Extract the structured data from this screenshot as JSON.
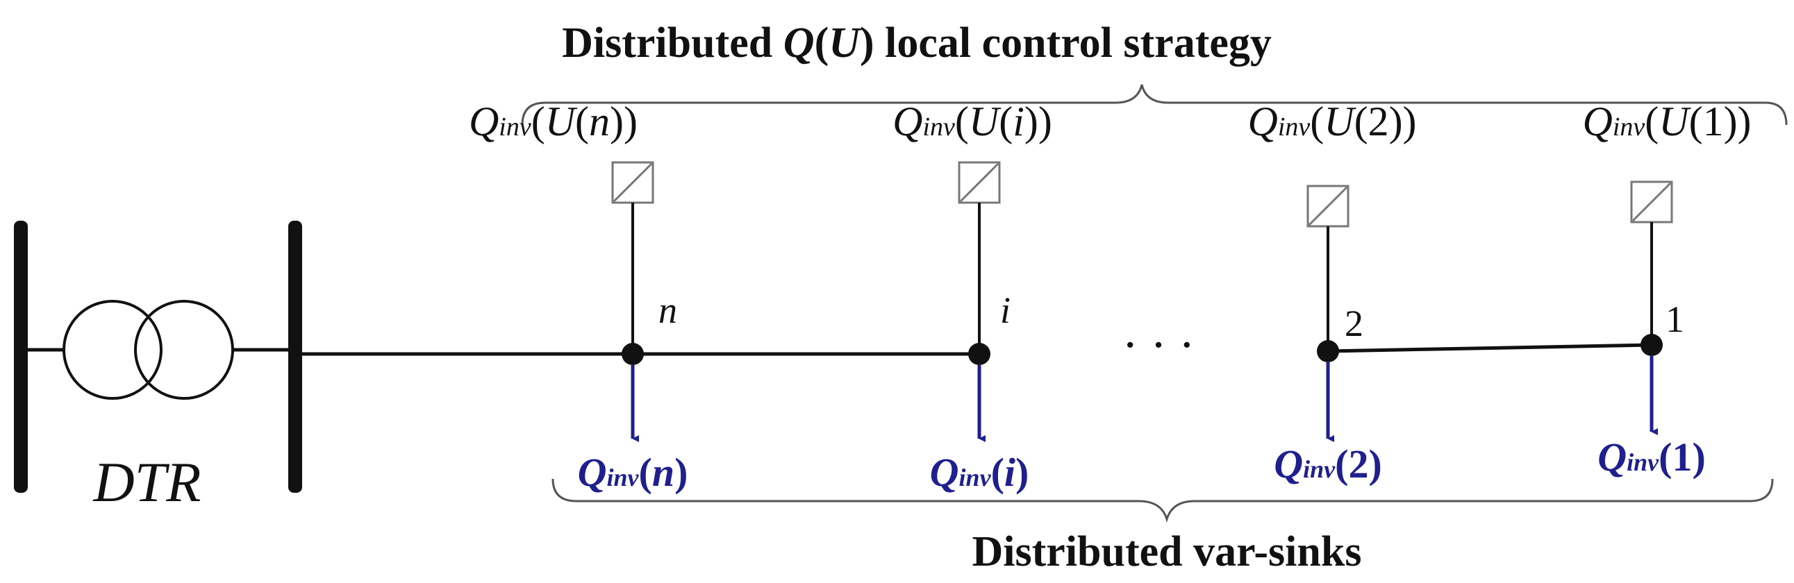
{
  "title": {
    "prefix": "Distributed ",
    "q": "Q",
    "paren_open": "(",
    "u": "U",
    "paren_close": ")",
    "suffix": " local control strategy"
  },
  "subtitle": "Distributed var-sinks",
  "transformer": {
    "label": "DTR"
  },
  "ellipsis": "· · ·",
  "colors": {
    "line": "#111111",
    "sink": "#1f1f8f",
    "box": "#777777"
  },
  "inverters": [
    {
      "node": "n",
      "node_italic": true,
      "top_q": "Q",
      "top_sub": "inv",
      "top_open": "(",
      "top_u": "U",
      "top_arg_open": "(",
      "top_arg": "n",
      "top_arg_close": "))",
      "sink_q": "Q",
      "sink_sub": "inv",
      "sink_open": "(",
      "sink_arg": "n",
      "sink_close": ")"
    },
    {
      "node": "i",
      "node_italic": true,
      "top_q": "Q",
      "top_sub": "inv",
      "top_open": "(",
      "top_u": "U",
      "top_arg_open": "(",
      "top_arg": "i",
      "top_arg_close": "))",
      "sink_q": "Q",
      "sink_sub": "inv",
      "sink_open": "(",
      "sink_arg": "i",
      "sink_close": ")"
    },
    {
      "node": "2",
      "node_italic": false,
      "top_q": "Q",
      "top_sub": "inv",
      "top_open": "(",
      "top_u": "U",
      "top_arg_open": "(",
      "top_arg": "2",
      "top_arg_close": "))",
      "sink_q": "Q",
      "sink_sub": "inv",
      "sink_open": "(",
      "sink_arg": "2",
      "sink_close": ")"
    },
    {
      "node": "1",
      "node_italic": false,
      "top_q": "Q",
      "top_sub": "inv",
      "top_open": "(",
      "top_u": "U",
      "top_arg_open": "(",
      "top_arg": "1",
      "top_arg_close": "))",
      "sink_q": "Q",
      "sink_sub": "inv",
      "sink_open": "(",
      "sink_arg": "1",
      "sink_close": ")"
    }
  ]
}
